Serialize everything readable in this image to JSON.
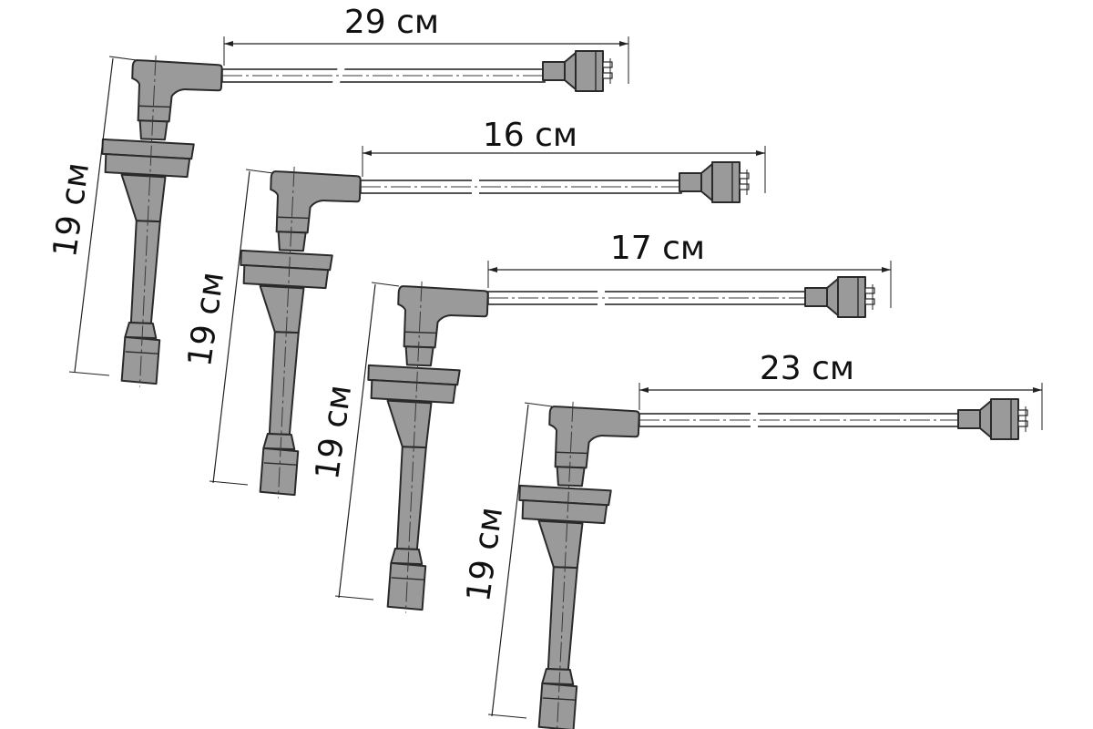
{
  "diagram": {
    "colors": {
      "body": "#9a9a9a",
      "outline": "#2a2a2a",
      "wire": "#ffffff",
      "text": "#111111"
    },
    "cables": [
      {
        "id": 1,
        "cable_length_label": "29 см",
        "boot_length_label": "19 см"
      },
      {
        "id": 2,
        "cable_length_label": "16 см",
        "boot_length_label": "19 см"
      },
      {
        "id": 3,
        "cable_length_label": "17 см",
        "boot_length_label": "19 см"
      },
      {
        "id": 4,
        "cable_length_label": "23 см",
        "boot_length_label": "19 см"
      }
    ]
  }
}
